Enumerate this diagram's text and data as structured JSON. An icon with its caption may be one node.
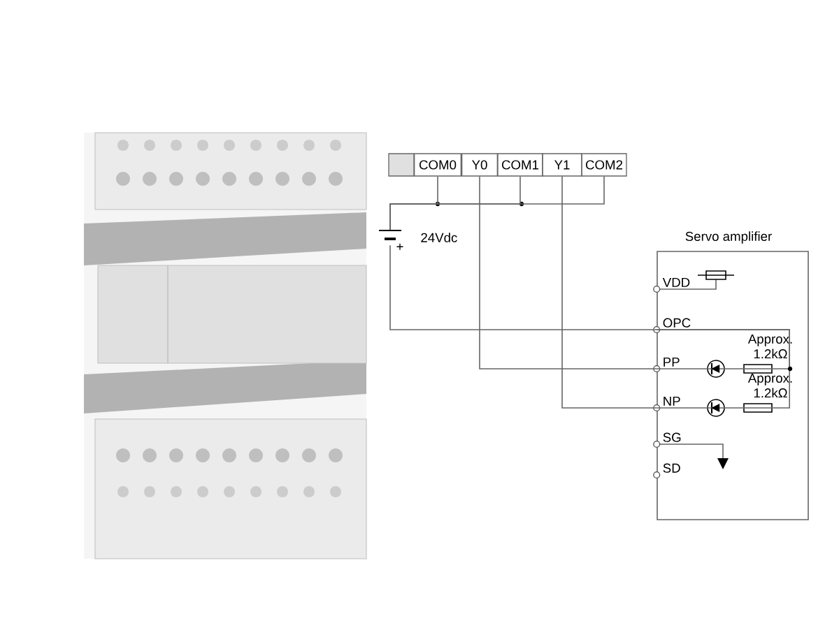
{
  "diagram": {
    "nodes": [
      {
        "text": [
          "COM0"
        ]
      },
      {
        "text": [
          "Y0"
        ]
      },
      {
        "text": [
          "COM1"
        ]
      },
      {
        "text": [
          "Y1"
        ]
      },
      {
        "text": [
          "COM2"
        ]
      },
      {
        "text": [],
        "shape": "battery",
        "beside": [
          "24Vdc"
        ]
      },
      {
        "text": [
          "Servo amplifier"
        ]
      },
      {
        "text": [
          "VDD"
        ],
        "in": 6
      },
      {
        "text": [
          "OPC"
        ],
        "in": 6
      },
      {
        "text": [
          "PP"
        ],
        "in": 6
      },
      {
        "text": [
          "NP"
        ],
        "in": 6
      },
      {
        "text": [
          "SG"
        ],
        "in": 6
      },
      {
        "text": [
          "SD"
        ],
        "in": 6
      }
    ],
    "edges": [
      {
        "from": 0,
        "to": 5,
        "arrow": "none"
      },
      {
        "from": 2,
        "to": 5,
        "arrow": "none"
      },
      {
        "from": 4,
        "to": 5,
        "arrow": "none"
      },
      {
        "from": 5,
        "to": 8,
        "arrow": "none"
      },
      {
        "from": 1,
        "to": 9,
        "arrow": "none"
      },
      {
        "from": 3,
        "to": 10,
        "arrow": "none"
      },
      {
        "from": 8,
        "to": 9,
        "arrow": "to"
      },
      {
        "from": 8,
        "to": 10,
        "arrow": "to"
      }
    ],
    "labels": [
      "+",
      "Approx. 1.2kΩ",
      "Approx. 1.2kΩ"
    ]
  }
}
